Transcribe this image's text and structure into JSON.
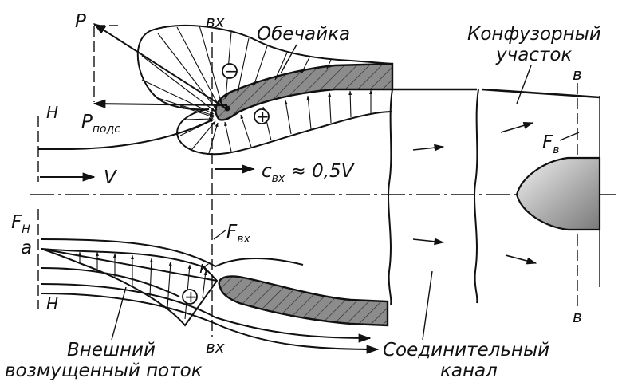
{
  "labels": {
    "p": "P",
    "vx_top": "вх",
    "obechaika": "Обечайка",
    "konf_1": "Конфузорный",
    "konf_2": "участок",
    "v_top": "в",
    "h_top": "H",
    "p_main": "P",
    "p_sub": "подс",
    "minus": "−",
    "plus_top": "+",
    "v_speed": "V",
    "c_main": "c",
    "c_sub": "вх",
    "c_rest": " ≈ 0,5V",
    "fv_main": "F",
    "fv_sub": "в",
    "fh_main": "F",
    "fh_sub": "H",
    "fvx_main": "F",
    "fvx_sub": "вх",
    "a": "a",
    "k": "к",
    "plus_bottom": "+",
    "h_bottom": "H",
    "vx_bottom": "вх",
    "v_bottom": "в",
    "ext_1": "Внешний",
    "ext_2": "возмущенный поток",
    "conn_1": "Соединительный",
    "conn_2": "канал"
  },
  "colors": {
    "ink": "#111111",
    "hatch_fill": "#8c8c8c",
    "body_light": "#f2f2f2",
    "body_dark": "#8a8a8a"
  }
}
